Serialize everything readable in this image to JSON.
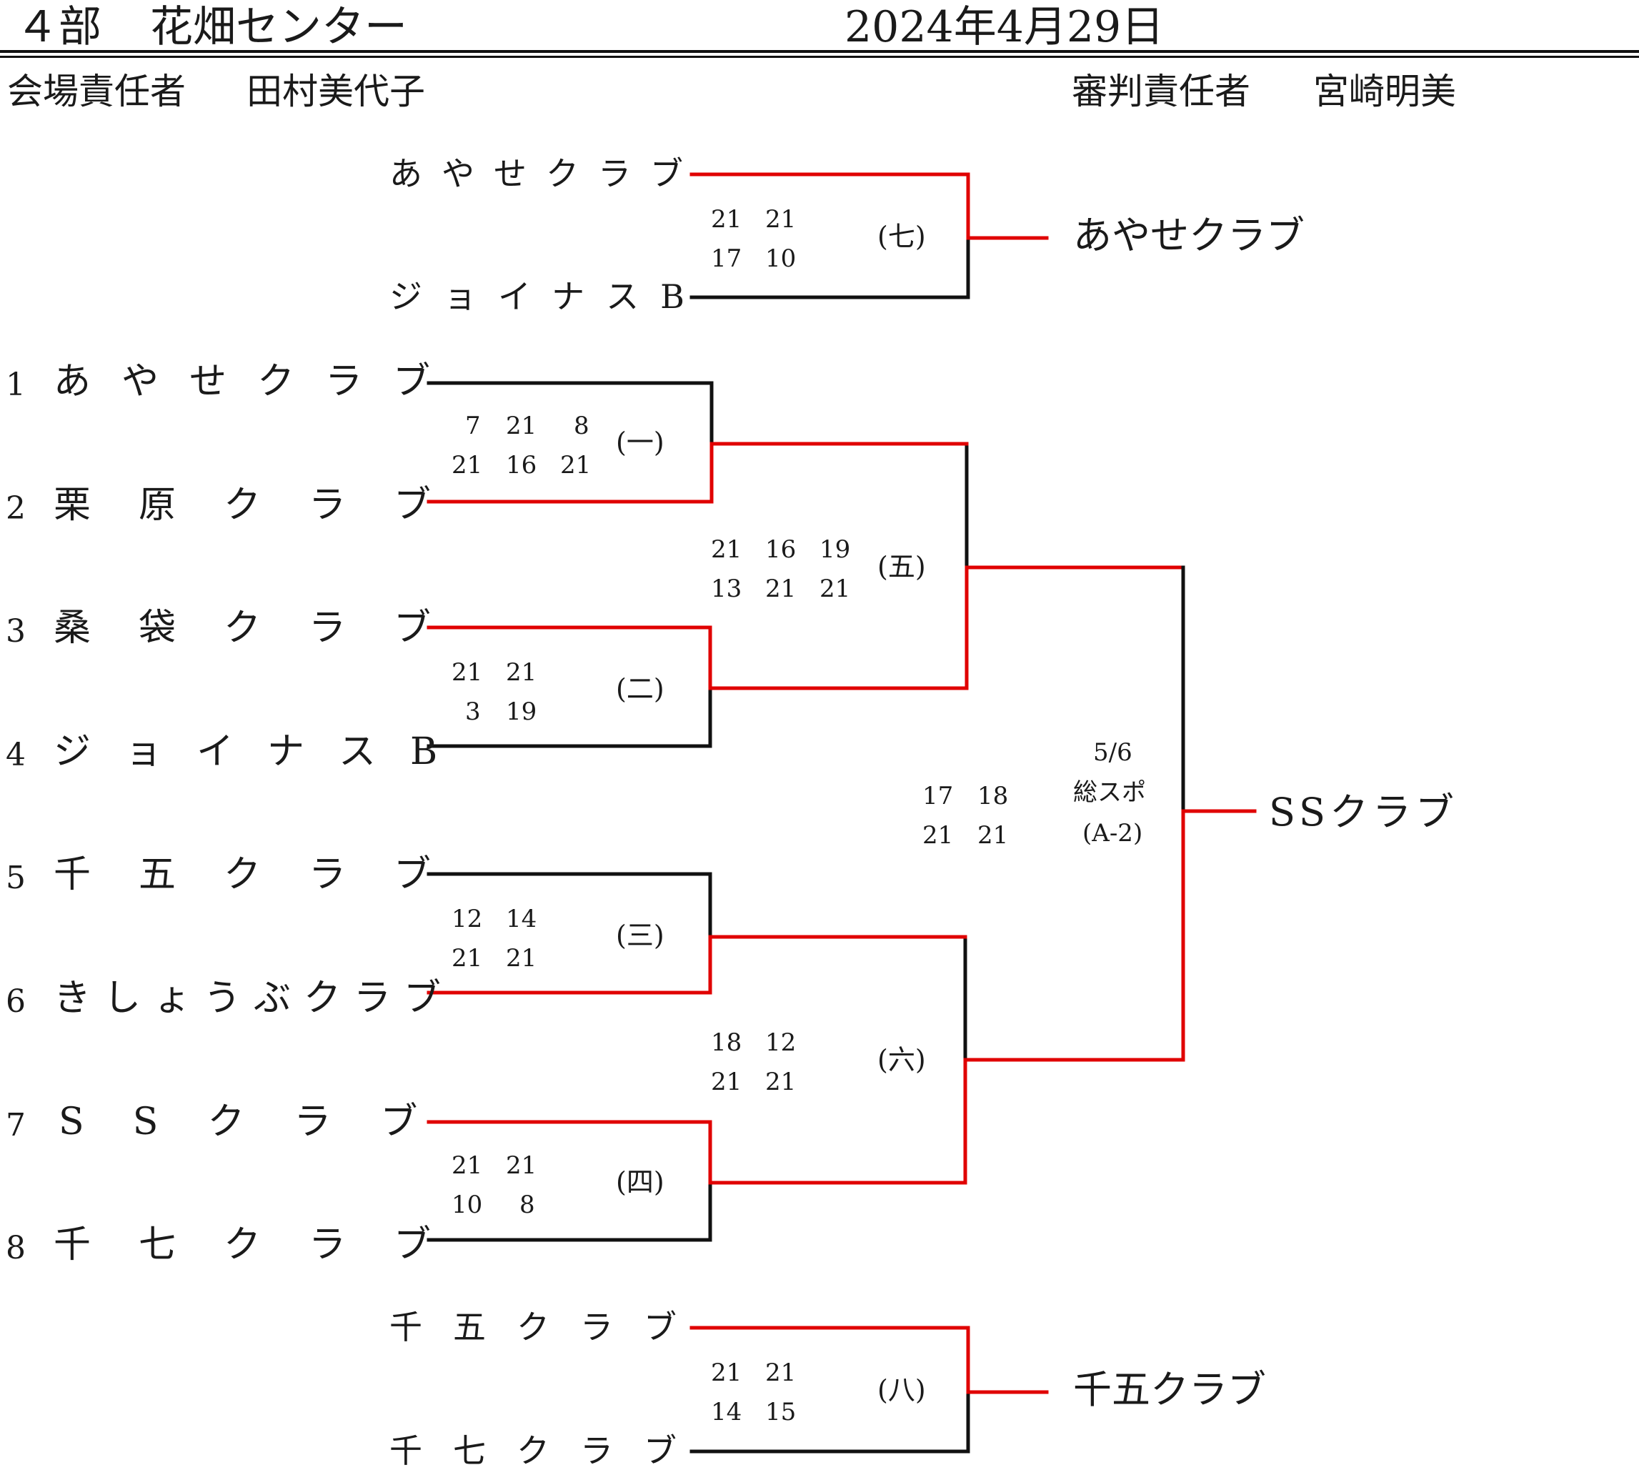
{
  "header": {
    "division": "４部",
    "venue": "花畑センター",
    "date": "2024年4月29日",
    "venue_manager_label": "会場責任者",
    "venue_manager_name": "田村美代子",
    "referee_label": "審判責任者",
    "referee_name": "宮崎明美"
  },
  "seeds": [
    {
      "num": "1",
      "name": "あやせクラブ"
    },
    {
      "num": "2",
      "name": "栗原クラブ"
    },
    {
      "num": "3",
      "name": "桑袋クラブ"
    },
    {
      "num": "4",
      "name": "ジョイナスB"
    },
    {
      "num": "5",
      "name": "千五クラブ"
    },
    {
      "num": "6",
      "name": "きしょうぶクラブ"
    },
    {
      "num": "7",
      "name": "SSクラブ"
    },
    {
      "num": "8",
      "name": "千七クラブ"
    }
  ],
  "matches": {
    "m1": {
      "label": "(一)",
      "top": [
        "7",
        "21",
        "8"
      ],
      "bottom": [
        "21",
        "16",
        "21"
      ]
    },
    "m2": {
      "label": "(二)",
      "top": [
        "21",
        "21"
      ],
      "bottom": [
        "3",
        "19"
      ]
    },
    "m3": {
      "label": "(三)",
      "top": [
        "12",
        "14"
      ],
      "bottom": [
        "21",
        "21"
      ]
    },
    "m4": {
      "label": "(四)",
      "top": [
        "21",
        "21"
      ],
      "bottom": [
        "10",
        "8"
      ]
    },
    "m5": {
      "label": "(五)",
      "top": [
        "21",
        "16",
        "19"
      ],
      "bottom": [
        "13",
        "21",
        "21"
      ]
    },
    "m6": {
      "label": "(六)",
      "top": [
        "18",
        "12"
      ],
      "bottom": [
        "21",
        "21"
      ]
    },
    "final": {
      "top": [
        "17",
        "18"
      ],
      "bottom": [
        "21",
        "21"
      ],
      "date": "5/6",
      "place": "総スポ",
      "court": "(A-2)"
    },
    "m7": {
      "label": "(七)",
      "top_team": "あやせクラブ",
      "bottom_team": "ジョイナスB",
      "top": [
        "21",
        "21"
      ],
      "bottom": [
        "17",
        "10"
      ],
      "winner": "あやせクラブ"
    },
    "m8": {
      "label": "(八)",
      "top_team": "千五クラブ",
      "bottom_team": "千七クラブ",
      "top": [
        "21",
        "21"
      ],
      "bottom": [
        "14",
        "15"
      ],
      "winner": "千五クラブ"
    }
  },
  "champion": "SSクラブ",
  "colors": {
    "win": "#e00000",
    "line": "#111111"
  }
}
